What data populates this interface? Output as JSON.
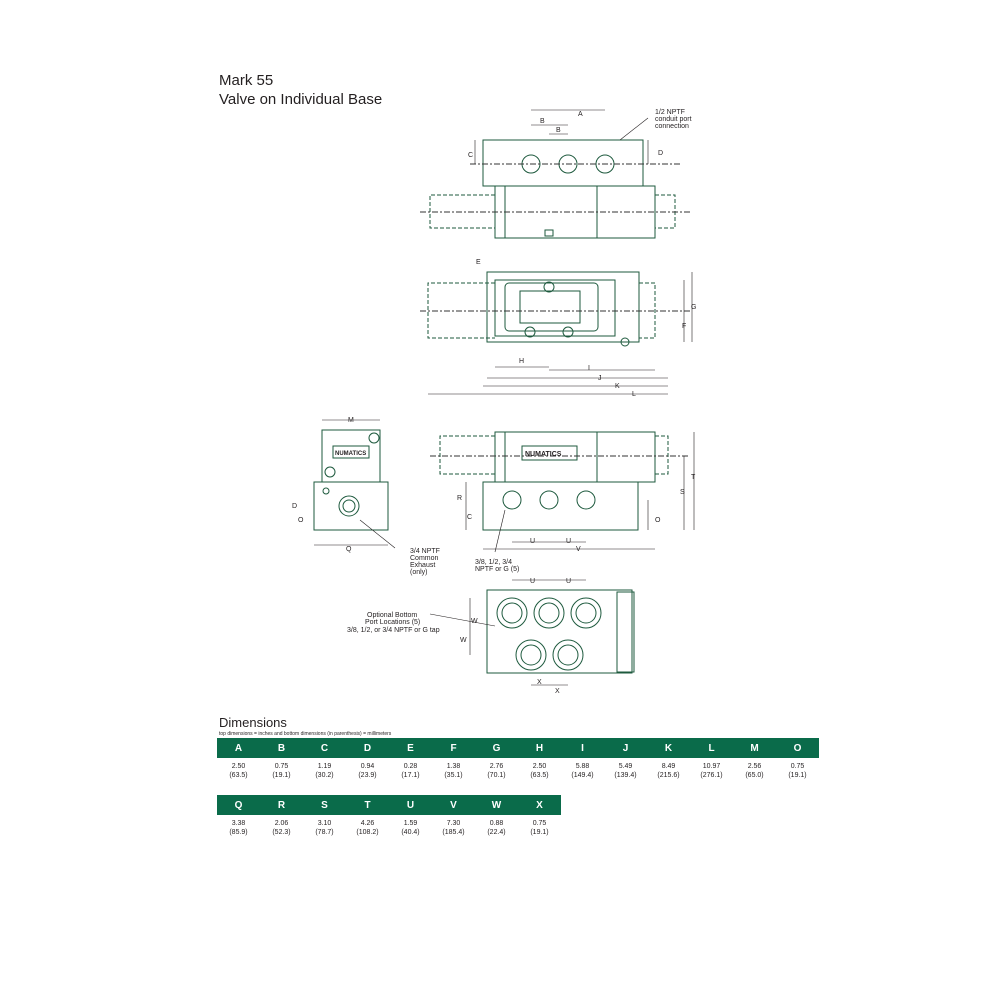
{
  "header": {
    "title": "Mark 55",
    "subtitle": "Valve on Individual Base"
  },
  "drawing_labels": {
    "A": "A",
    "B": "B",
    "C": "C",
    "D": "D",
    "E": "E",
    "F": "F",
    "G": "G",
    "H": "H",
    "I": "I",
    "J": "J",
    "K": "K",
    "L": "L",
    "M": "M",
    "O": "O",
    "Q": "Q",
    "R": "R",
    "S": "S",
    "T": "T",
    "U": "U",
    "V": "V",
    "W": "W",
    "X": "X",
    "conduit_note": [
      "1/2 NPTF",
      "conduit port",
      "connection"
    ],
    "exhaust_note": [
      "3/4 NPTF",
      "Common",
      "Exhaust",
      "(only)"
    ],
    "port_note": [
      "3/8, 1/2, 3/4",
      "NPTF or G (5)"
    ],
    "bottom_note": [
      "Optional Bottom",
      "Port Locations (5)",
      "3/8, 1/2, or 3/4 NPTF or G tap"
    ],
    "brand": "NUMATICS"
  },
  "dimensions": {
    "title": "Dimensions",
    "note": "top dimensions = inches and bottom dimensions (in parenthesis) = millimeters",
    "row1": [
      {
        "letter": "A",
        "inch": "2.50",
        "mm": "(63.5)"
      },
      {
        "letter": "B",
        "inch": "0.75",
        "mm": "(19.1)"
      },
      {
        "letter": "C",
        "inch": "1.19",
        "mm": "(30.2)"
      },
      {
        "letter": "D",
        "inch": "0.94",
        "mm": "(23.9)"
      },
      {
        "letter": "E",
        "inch": "0.28",
        "mm": "(17.1)"
      },
      {
        "letter": "F",
        "inch": "1.38",
        "mm": "(35.1)"
      },
      {
        "letter": "G",
        "inch": "2.76",
        "mm": "(70.1)"
      },
      {
        "letter": "H",
        "inch": "2.50",
        "mm": "(63.5)"
      },
      {
        "letter": "I",
        "inch": "5.88",
        "mm": "(149.4)"
      },
      {
        "letter": "J",
        "inch": "5.49",
        "mm": "(139.4)"
      },
      {
        "letter": "K",
        "inch": "8.49",
        "mm": "(215.6)"
      },
      {
        "letter": "L",
        "inch": "10.97",
        "mm": "(276.1)"
      },
      {
        "letter": "M",
        "inch": "2.56",
        "mm": "(65.0)"
      },
      {
        "letter": "O",
        "inch": "0.75",
        "mm": "(19.1)"
      }
    ],
    "row2": [
      {
        "letter": "Q",
        "inch": "3.38",
        "mm": "(85.9)"
      },
      {
        "letter": "R",
        "inch": "2.06",
        "mm": "(52.3)"
      },
      {
        "letter": "S",
        "inch": "3.10",
        "mm": "(78.7)"
      },
      {
        "letter": "T",
        "inch": "4.26",
        "mm": "(108.2)"
      },
      {
        "letter": "U",
        "inch": "1.59",
        "mm": "(40.4)"
      },
      {
        "letter": "V",
        "inch": "7.30",
        "mm": "(185.4)"
      },
      {
        "letter": "W",
        "inch": "0.88",
        "mm": "(22.4)"
      },
      {
        "letter": "X",
        "inch": "0.75",
        "mm": "(19.1)"
      }
    ]
  }
}
